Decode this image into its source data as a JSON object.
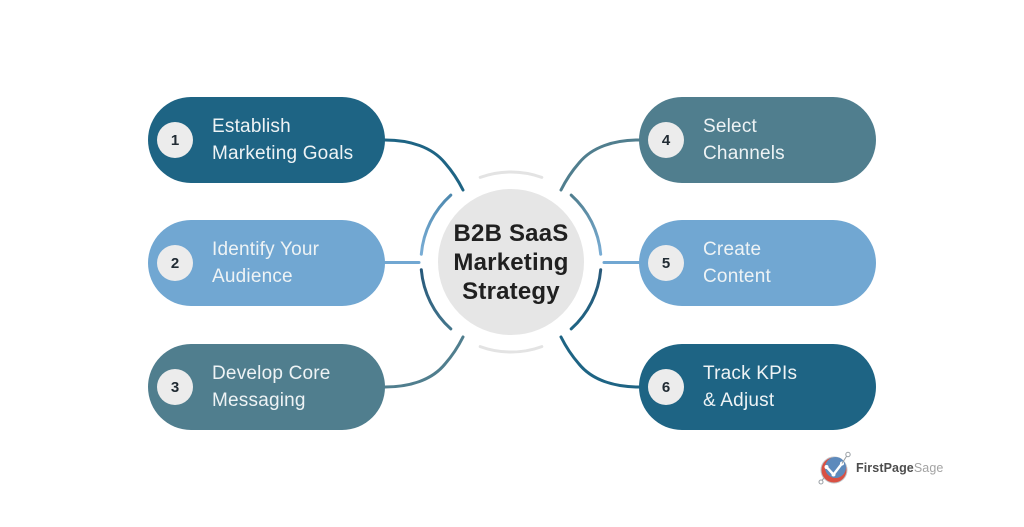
{
  "center": {
    "line1": "B2B SaaS",
    "line2": "Marketing",
    "line3": "Strategy"
  },
  "steps": [
    {
      "number": "1",
      "line1": "Establish",
      "line2": "Marketing Goals",
      "color": "#1E6484"
    },
    {
      "number": "2",
      "line1": "Identify Your",
      "line2": "Audience",
      "color": "#71A7D2"
    },
    {
      "number": "3",
      "line1": "Develop Core",
      "line2": "Messaging",
      "color": "#507E8E"
    },
    {
      "number": "4",
      "line1": "Select",
      "line2": "Channels",
      "color": "#507E8E"
    },
    {
      "number": "5",
      "line1": "Create",
      "line2": "Content",
      "color": "#71A7D2"
    },
    {
      "number": "6",
      "line1": "Track KPIs",
      "line2": "& Adjust",
      "color": "#1E6484"
    }
  ],
  "logo": {
    "brand_primary": "FirstPage",
    "brand_secondary": "Sage"
  },
  "colors": {
    "pill_dark": "#1E6484",
    "pill_light": "#71A7D2",
    "pill_teal": "#507E8E",
    "number_badge_bg": "#ececec",
    "pill_text": "#eef3f5",
    "center_circle_bg": "#e6e6e6",
    "center_text": "#202020",
    "ring_gray": "#e3e3e3",
    "logo_red": "#d95043",
    "logo_blue": "#5d8abc"
  }
}
